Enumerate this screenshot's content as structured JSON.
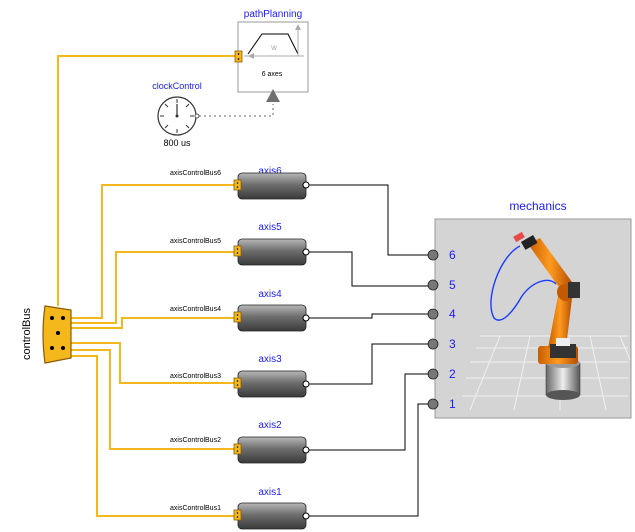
{
  "path_planning": {
    "name": "pathPlanning",
    "inner_label": "w",
    "axes_label": "6 axes"
  },
  "clock_control": {
    "name": "clockControl",
    "period": "800 us"
  },
  "control_bus": {
    "label": "controlBus"
  },
  "mechanics": {
    "name": "mechanics",
    "ports": [
      "6",
      "5",
      "4",
      "3",
      "2",
      "1"
    ]
  },
  "axes": [
    {
      "name": "axis6",
      "bus_label": "axisControlBus6"
    },
    {
      "name": "axis5",
      "bus_label": "axisControlBus5"
    },
    {
      "name": "axis4",
      "bus_label": "axisControlBus4"
    },
    {
      "name": "axis3",
      "bus_label": "axisControlBus3"
    },
    {
      "name": "axis2",
      "bus_label": "axisControlBus2"
    },
    {
      "name": "axis1",
      "bus_label": "axisControlBus1"
    }
  ],
  "colors": {
    "bus": "#f5b81c",
    "label": "#1a1aff",
    "mechanics_bg": "#d4d4d4"
  }
}
